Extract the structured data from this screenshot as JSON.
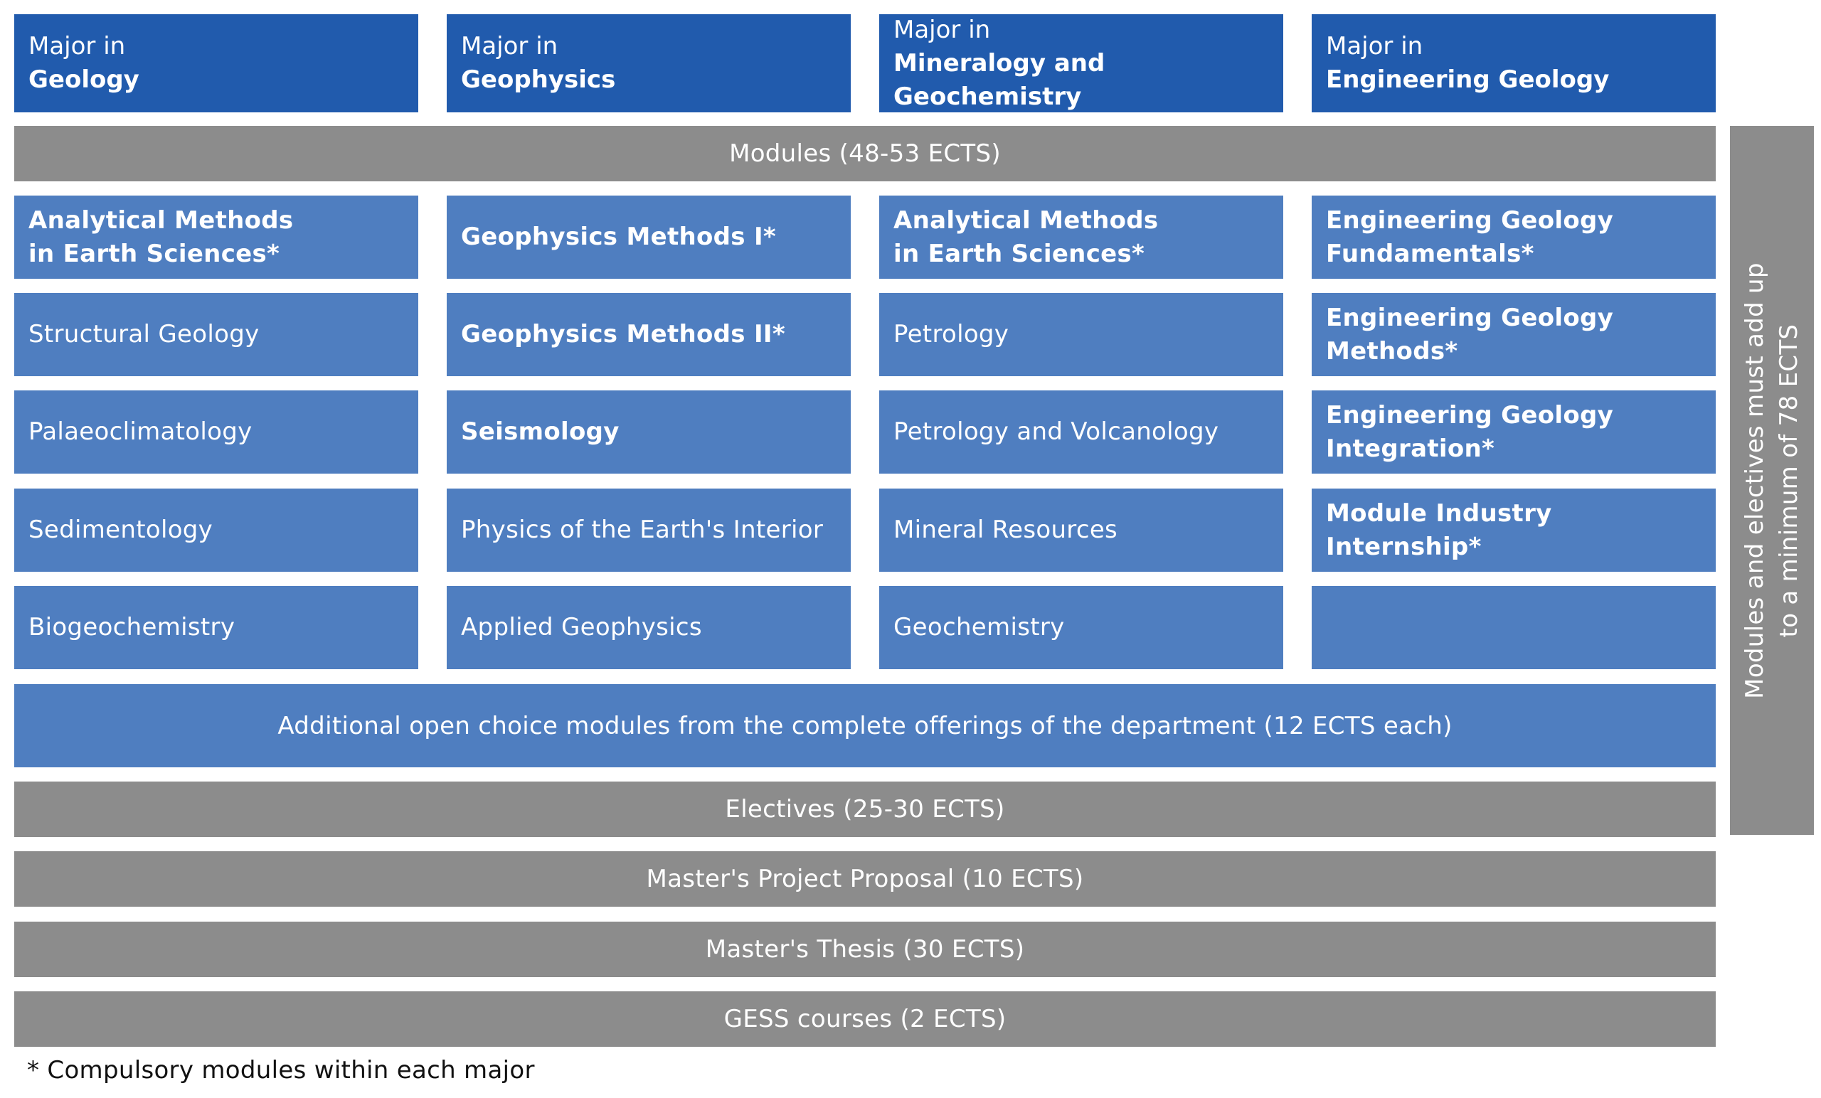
{
  "majors": [
    {
      "line1": "Major in",
      "line2": "Geology"
    },
    {
      "line1": "Major in",
      "line2": "Geophysics"
    },
    {
      "line1": "Major in",
      "line2": "Mineralogy and Geochemistry"
    },
    {
      "line1": "Major in",
      "line2": "Engineering Geology"
    }
  ],
  "modules_bar": "Modules (48-53 ECTS)",
  "columns": [
    {
      "cells": [
        {
          "line1": "Analytical Methods",
          "line2": "in Earth Sciences*",
          "bold": true
        },
        {
          "line1": "Structural Geology",
          "line2": "",
          "bold": false
        },
        {
          "line1": "Palaeoclimatology",
          "line2": "",
          "bold": false
        },
        {
          "line1": "Sedimentology",
          "line2": "",
          "bold": false
        },
        {
          "line1": "Biogeochemistry",
          "line2": "",
          "bold": false
        }
      ]
    },
    {
      "cells": [
        {
          "line1": "Geophysics Methods I*",
          "line2": "",
          "bold": true
        },
        {
          "line1": "Geophysics Methods II*",
          "line2": "",
          "bold": true
        },
        {
          "line1": "Seismology",
          "line2": "",
          "bold": true
        },
        {
          "line1": "Physics of the Earth's Interior",
          "line2": "",
          "bold": false
        },
        {
          "line1": "Applied Geophysics",
          "line2": "",
          "bold": false
        }
      ]
    },
    {
      "cells": [
        {
          "line1": "Analytical Methods",
          "line2": "in Earth Sciences*",
          "bold": true
        },
        {
          "line1": "Petrology",
          "line2": "",
          "bold": false
        },
        {
          "line1": "Petrology and Volcanology",
          "line2": "",
          "bold": false
        },
        {
          "line1": "Mineral Resources",
          "line2": "",
          "bold": false
        },
        {
          "line1": "Geochemistry",
          "line2": "",
          "bold": false
        }
      ]
    },
    {
      "cells": [
        {
          "line1": "Engineering Geology",
          "line2": "Fundamentals*",
          "bold": true
        },
        {
          "line1": "Engineering Geology",
          "line2": "Methods*",
          "bold": true
        },
        {
          "line1": "Engineering Geology",
          "line2": "Integration*",
          "bold": true
        },
        {
          "line1": "Module Industry Internship*",
          "line2": "",
          "bold": true
        },
        {
          "line1": "",
          "line2": "",
          "bold": false
        }
      ]
    }
  ],
  "open_choice": "Additional open choice modules from the complete offerings of the department (12 ECTS each)",
  "electives_bar": "Electives (25-30 ECTS)",
  "proposal_bar": "Master's Project Proposal (10 ECTS)",
  "thesis_bar": "Master's Thesis (30 ECTS)",
  "gess_bar": "GESS courses (2 ECTS)",
  "side_note": {
    "line1": "Modules and electives must add up",
    "line2": "to a minimum of 78 ECTS"
  },
  "footnote": "* Compulsory modules within each major",
  "colors": {
    "header_blue": "#215bad",
    "cell_blue": "#4f7ec0",
    "bar_gray": "#8c8c8c"
  }
}
